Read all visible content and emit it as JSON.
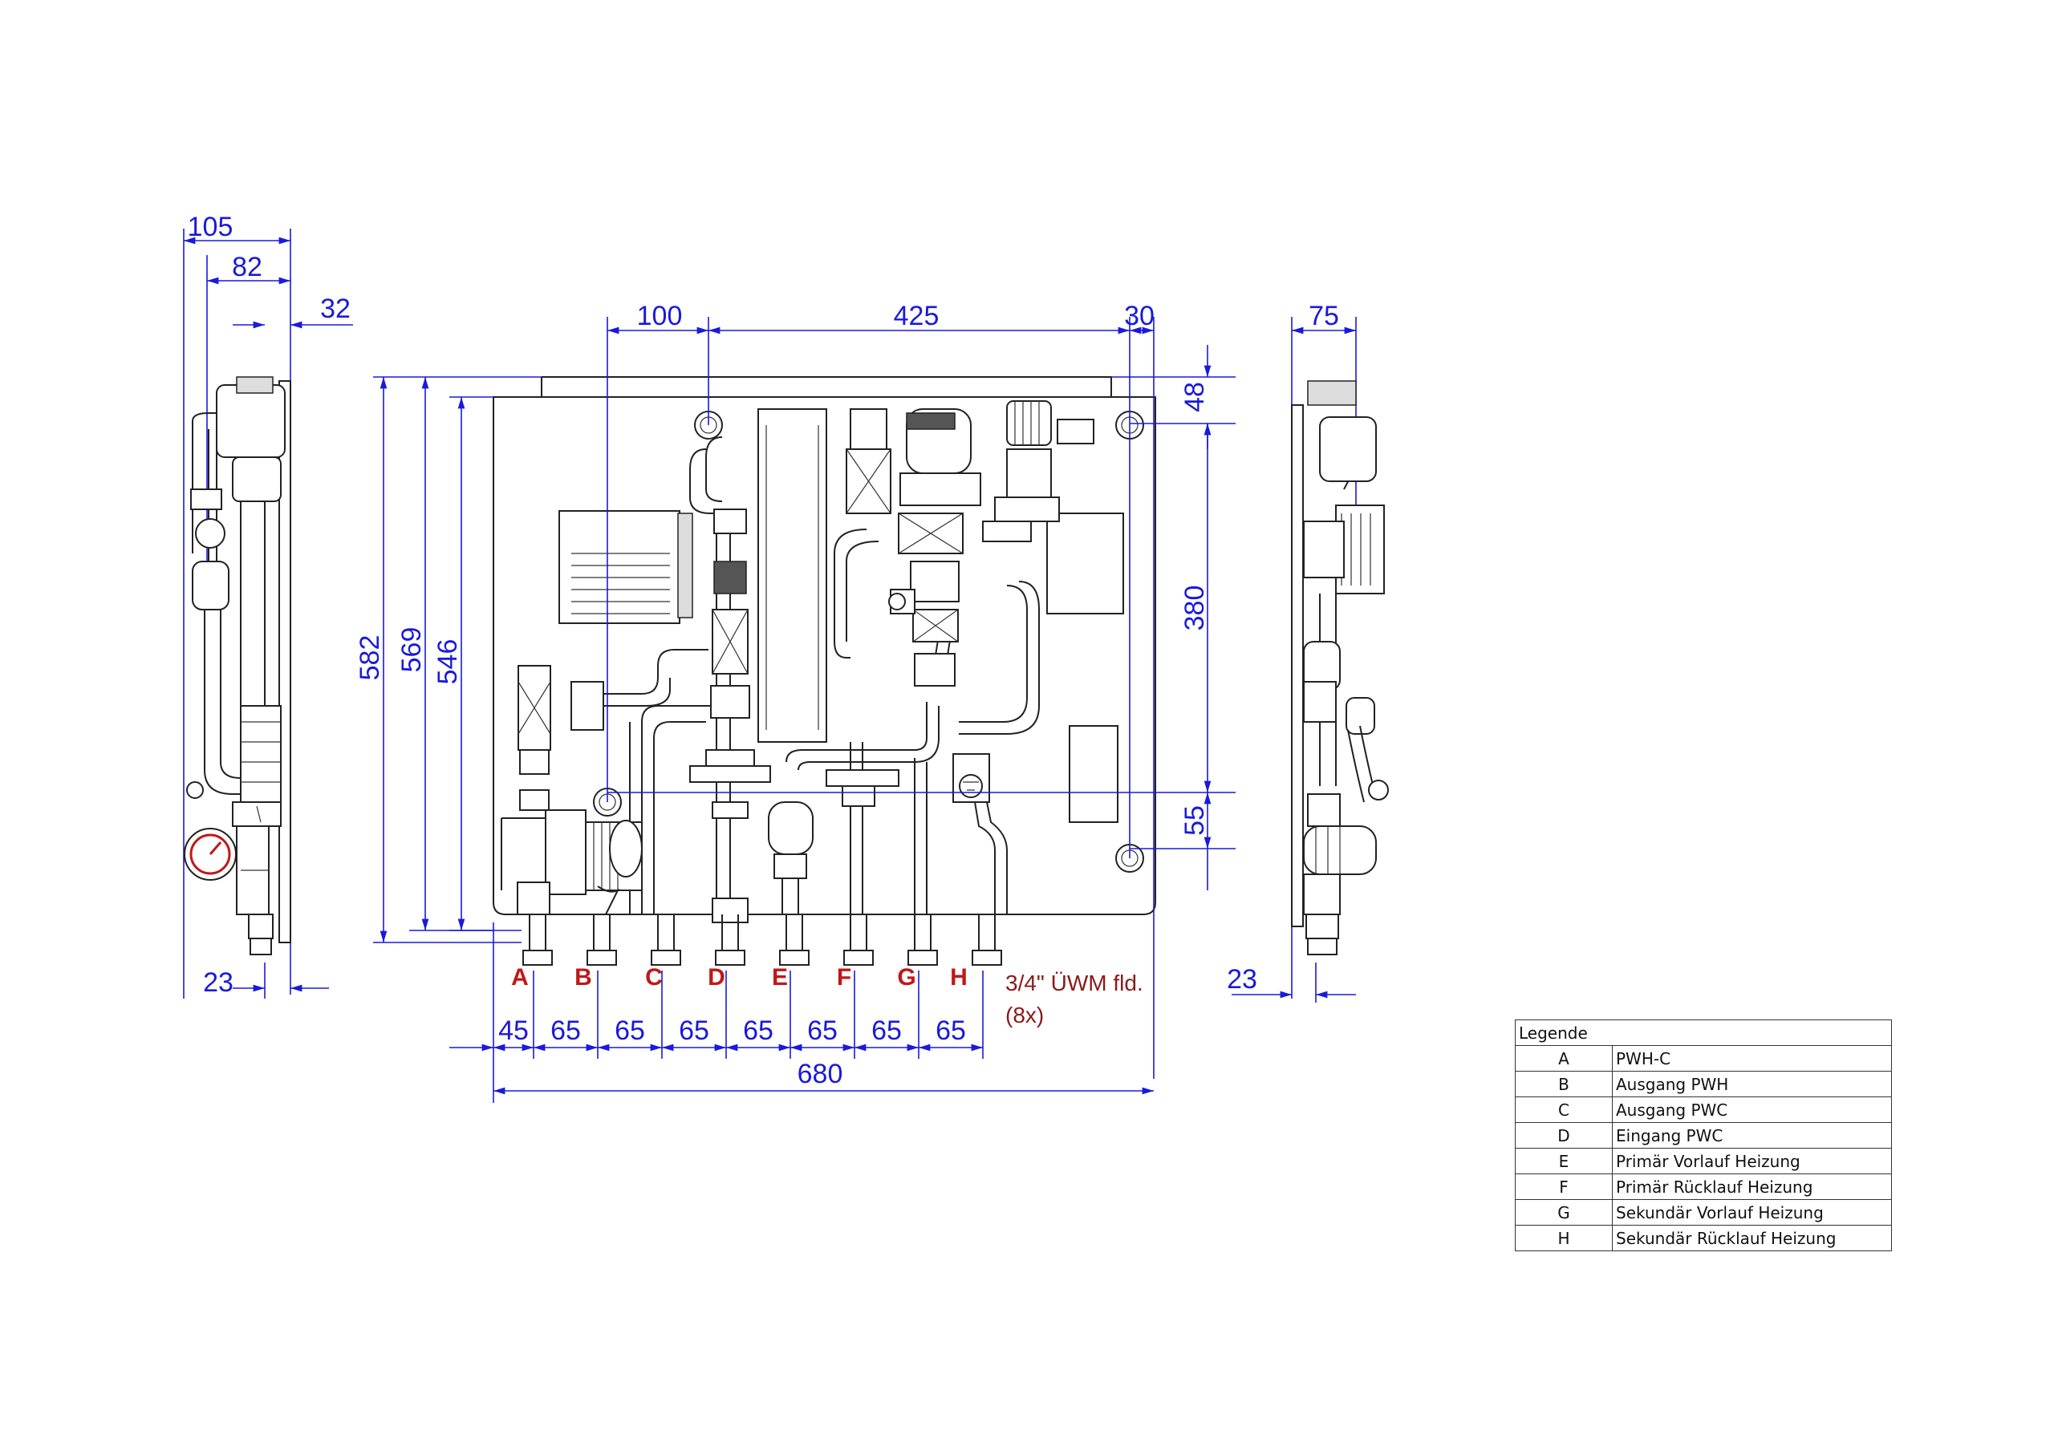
{
  "dimensions": {
    "side_left": {
      "top_width": "105",
      "inner_width": "82",
      "offset": "32",
      "bottom": "23"
    },
    "front_top": {
      "d1": "100",
      "d2": "425",
      "d3": "30"
    },
    "front_left": {
      "h1": "582",
      "h2": "569",
      "h3": "546"
    },
    "front_right": {
      "r1": "48",
      "r2": "380",
      "r3": "55"
    },
    "front_bottom": {
      "spacing": [
        "45",
        "65",
        "65",
        "65",
        "65",
        "65",
        "65",
        "65"
      ],
      "total": "680"
    },
    "side_right": {
      "top_width": "75",
      "bottom": "23"
    }
  },
  "connections": [
    "A",
    "B",
    "C",
    "D",
    "E",
    "F",
    "G",
    "H"
  ],
  "connection_note": {
    "line1": "3/4\" ÜWM fld.",
    "line2": "(8x)"
  },
  "legend": {
    "title": "Legende",
    "rows": [
      {
        "key": "A",
        "text": "PWH-C"
      },
      {
        "key": "B",
        "text": "Ausgang PWH"
      },
      {
        "key": "C",
        "text": "Ausgang PWC"
      },
      {
        "key": "D",
        "text": "Eingang PWC"
      },
      {
        "key": "E",
        "text": "Primär Vorlauf Heizung"
      },
      {
        "key": "F",
        "text": "Primär Rücklauf Heizung"
      },
      {
        "key": "G",
        "text": "Sekundär Vorlauf Heizung"
      },
      {
        "key": "H",
        "text": "Sekundär Rücklauf Heizung"
      }
    ]
  }
}
